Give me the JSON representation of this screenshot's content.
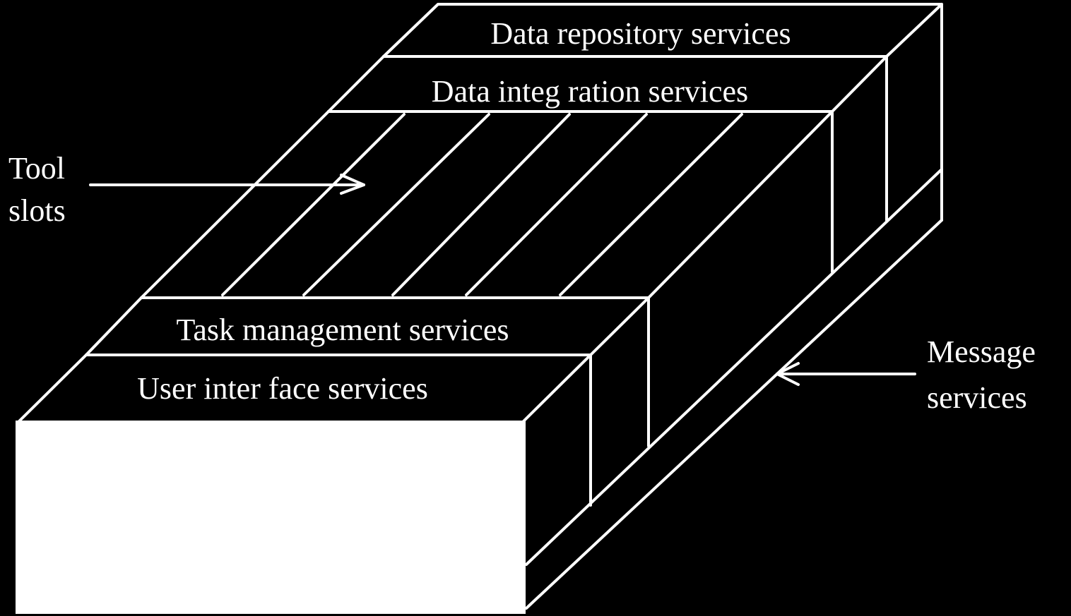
{
  "diagram": {
    "layers": {
      "data_repository": "Data repository services",
      "data_integration": "Data integ ration services",
      "task_management": "Task management services",
      "user_interface": "User inter face services"
    },
    "callouts": {
      "tool_slots": [
        "Tool",
        "slots"
      ],
      "message_services": [
        "Message",
        "services"
      ]
    }
  },
  "colors": {
    "background": "#000000",
    "foreground": "#ffffff"
  }
}
